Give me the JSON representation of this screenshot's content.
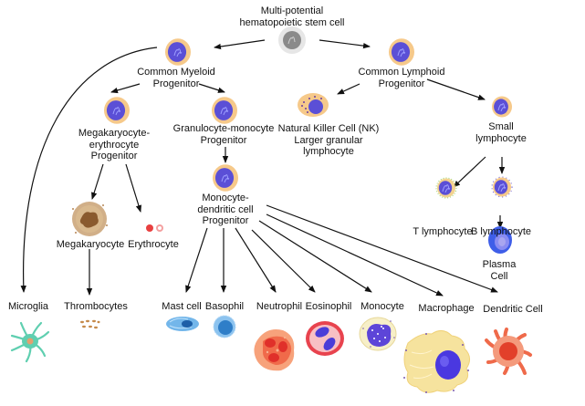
{
  "diagram": {
    "title": "Hematopoiesis lineage tree",
    "nodes": {
      "hsc": {
        "label_lines": [
          "Multi-potential",
          "hematopoietic stem cell"
        ],
        "icon": "stem-cell-icon"
      },
      "cmp": {
        "label_lines": [
          "Common Myeloid",
          "Progenitor"
        ],
        "icon": "progenitor-cell-icon"
      },
      "clp": {
        "label_lines": [
          "Common Lymphoid",
          "Progenitor"
        ],
        "icon": "progenitor-cell-icon"
      },
      "mep": {
        "label_lines": [
          "Megakaryocyte-",
          "erythrocyte",
          "Progenitor"
        ],
        "icon": "progenitor-cell-icon"
      },
      "gmp": {
        "label_lines": [
          "Granulocyte-monocyte",
          "Progenitor"
        ],
        "icon": "progenitor-cell-icon"
      },
      "nk": {
        "label_lines": [
          "Natural Killer Cell (NK)",
          "Larger granular",
          "lymphocyte"
        ],
        "icon": "nk-cell-icon"
      },
      "small_lymph": {
        "label_lines": [
          "Small",
          "lymphocyte"
        ],
        "icon": "lymphocyte-icon"
      },
      "mdp": {
        "label_lines": [
          "Monocyte-",
          "dendritic cell",
          "Progenitor"
        ],
        "icon": "progenitor-cell-icon"
      },
      "megakaryocyte": {
        "label_lines": [
          "Megakaryocyte"
        ],
        "icon": "megakaryocyte-icon"
      },
      "erythrocyte": {
        "label_lines": [
          "Erythrocyte"
        ],
        "icon": "erythrocyte-icon"
      },
      "t_lymph": {
        "label_lines": [
          "T lymphocyte"
        ],
        "icon": "t-lymphocyte-icon"
      },
      "b_lymph": {
        "label_lines": [
          "B lymphocyte"
        ],
        "icon": "b-lymphocyte-icon"
      },
      "plasma": {
        "label_lines": [
          "Plasma",
          "Cell"
        ],
        "icon": "plasma-cell-icon"
      },
      "microglia": {
        "label_lines": [
          "Microglia"
        ],
        "icon": "microglia-icon"
      },
      "thrombocytes": {
        "label_lines": [
          "Thrombocytes"
        ],
        "icon": "thrombocytes-icon"
      },
      "mast": {
        "label_lines": [
          "Mast cell"
        ],
        "icon": "mast-cell-icon"
      },
      "basophil": {
        "label_lines": [
          "Basophil"
        ],
        "icon": "basophil-icon"
      },
      "neutrophil": {
        "label_lines": [
          "Neutrophil"
        ],
        "icon": "neutrophil-icon"
      },
      "eosinophil": {
        "label_lines": [
          "Eosinophil"
        ],
        "icon": "eosinophil-icon"
      },
      "monocyte": {
        "label_lines": [
          "Monocyte"
        ],
        "icon": "monocyte-icon"
      },
      "macrophage": {
        "label_lines": [
          "Macrophage"
        ],
        "icon": "macrophage-icon"
      },
      "dendritic": {
        "label_lines": [
          "Dendritic Cell"
        ],
        "icon": "dendritic-cell-icon"
      }
    },
    "edges": [
      [
        "hsc",
        "cmp"
      ],
      [
        "hsc",
        "clp"
      ],
      [
        "cmp",
        "microglia"
      ],
      [
        "cmp",
        "mep"
      ],
      [
        "cmp",
        "gmp"
      ],
      [
        "clp",
        "nk"
      ],
      [
        "clp",
        "small_lymph"
      ],
      [
        "mep",
        "megakaryocyte"
      ],
      [
        "mep",
        "erythrocyte"
      ],
      [
        "megakaryocyte",
        "thrombocytes"
      ],
      [
        "gmp",
        "mdp"
      ],
      [
        "mdp",
        "mast"
      ],
      [
        "mdp",
        "basophil"
      ],
      [
        "mdp",
        "neutrophil"
      ],
      [
        "mdp",
        "eosinophil"
      ],
      [
        "mdp",
        "monocyte"
      ],
      [
        "mdp",
        "macrophage"
      ],
      [
        "mdp",
        "dendritic"
      ],
      [
        "small_lymph",
        "t_lymph"
      ],
      [
        "small_lymph",
        "b_lymph"
      ],
      [
        "b_lymph",
        "plasma"
      ]
    ],
    "colors": {
      "progenitor_halo": "#f6c98a",
      "nucleus": "#5b4fd6",
      "stem_cell": "#8a8a8a",
      "megakaryocyte": "#c9a173",
      "erythrocyte": "#e84040",
      "microglia": "#5fcfb0",
      "mast": "#5aa9e6",
      "basophil": "#2f7ec8",
      "neutrophil": "#f06a4a",
      "eosinophil": "#e8434e",
      "monocyte": "#f7efc8",
      "macrophage": "#f6e39e",
      "dendritic": "#ef6a4a",
      "plasma": "#3f5ee8",
      "arrow": "#111111"
    }
  }
}
